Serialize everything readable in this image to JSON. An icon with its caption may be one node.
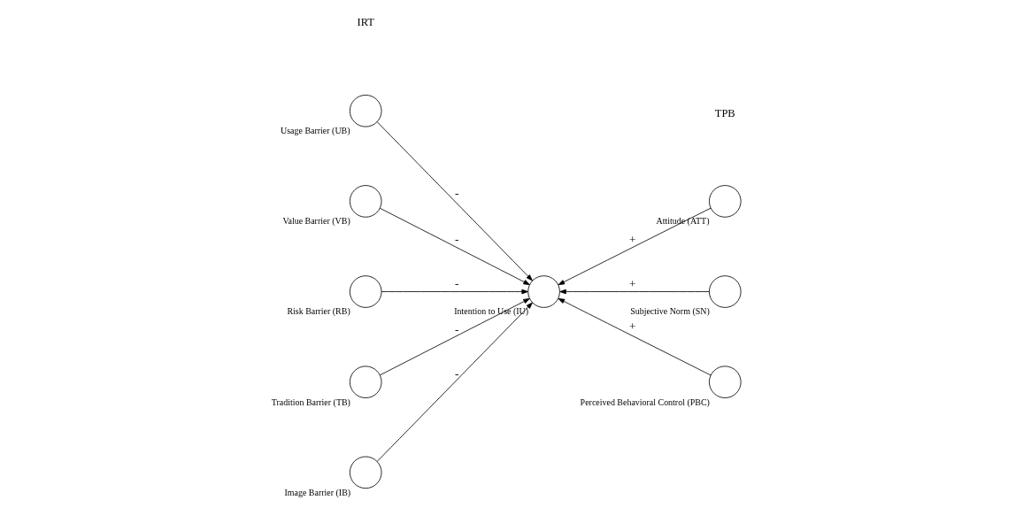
{
  "diagram": {
    "nodes": [
      {
        "text": [
          "Usage Barrier (UB)"
        ]
      },
      {
        "text": [
          "Value Barrier (VB)"
        ]
      },
      {
        "text": [
          "Risk Barrier (RB)"
        ]
      },
      {
        "text": [
          "Tradition Barrier (TB)"
        ]
      },
      {
        "text": [
          "Image Barrier (IB)"
        ]
      },
      {
        "text": [
          "Intention to Use (IU)"
        ]
      },
      {
        "text": [
          "Attitude (ATT)"
        ]
      },
      {
        "text": [
          "Subjective Norm (SN)"
        ]
      },
      {
        "text": [
          "Perceived Behavioral Control (PBC)"
        ]
      }
    ],
    "edges": [
      {
        "from": 0,
        "to": 5,
        "arrow": "to",
        "label": "-"
      },
      {
        "from": 1,
        "to": 5,
        "arrow": "to",
        "label": "-"
      },
      {
        "from": 2,
        "to": 5,
        "arrow": "to",
        "label": "-"
      },
      {
        "from": 3,
        "to": 5,
        "arrow": "to",
        "label": "-"
      },
      {
        "from": 4,
        "to": 5,
        "arrow": "to",
        "label": "-"
      },
      {
        "from": 6,
        "to": 5,
        "arrow": "to",
        "label": "+"
      },
      {
        "from": 7,
        "to": 5,
        "arrow": "to",
        "label": "+"
      },
      {
        "from": 8,
        "to": 5,
        "arrow": "to",
        "label": "+"
      }
    ],
    "labels": [
      "IRT",
      "TPB"
    ]
  }
}
